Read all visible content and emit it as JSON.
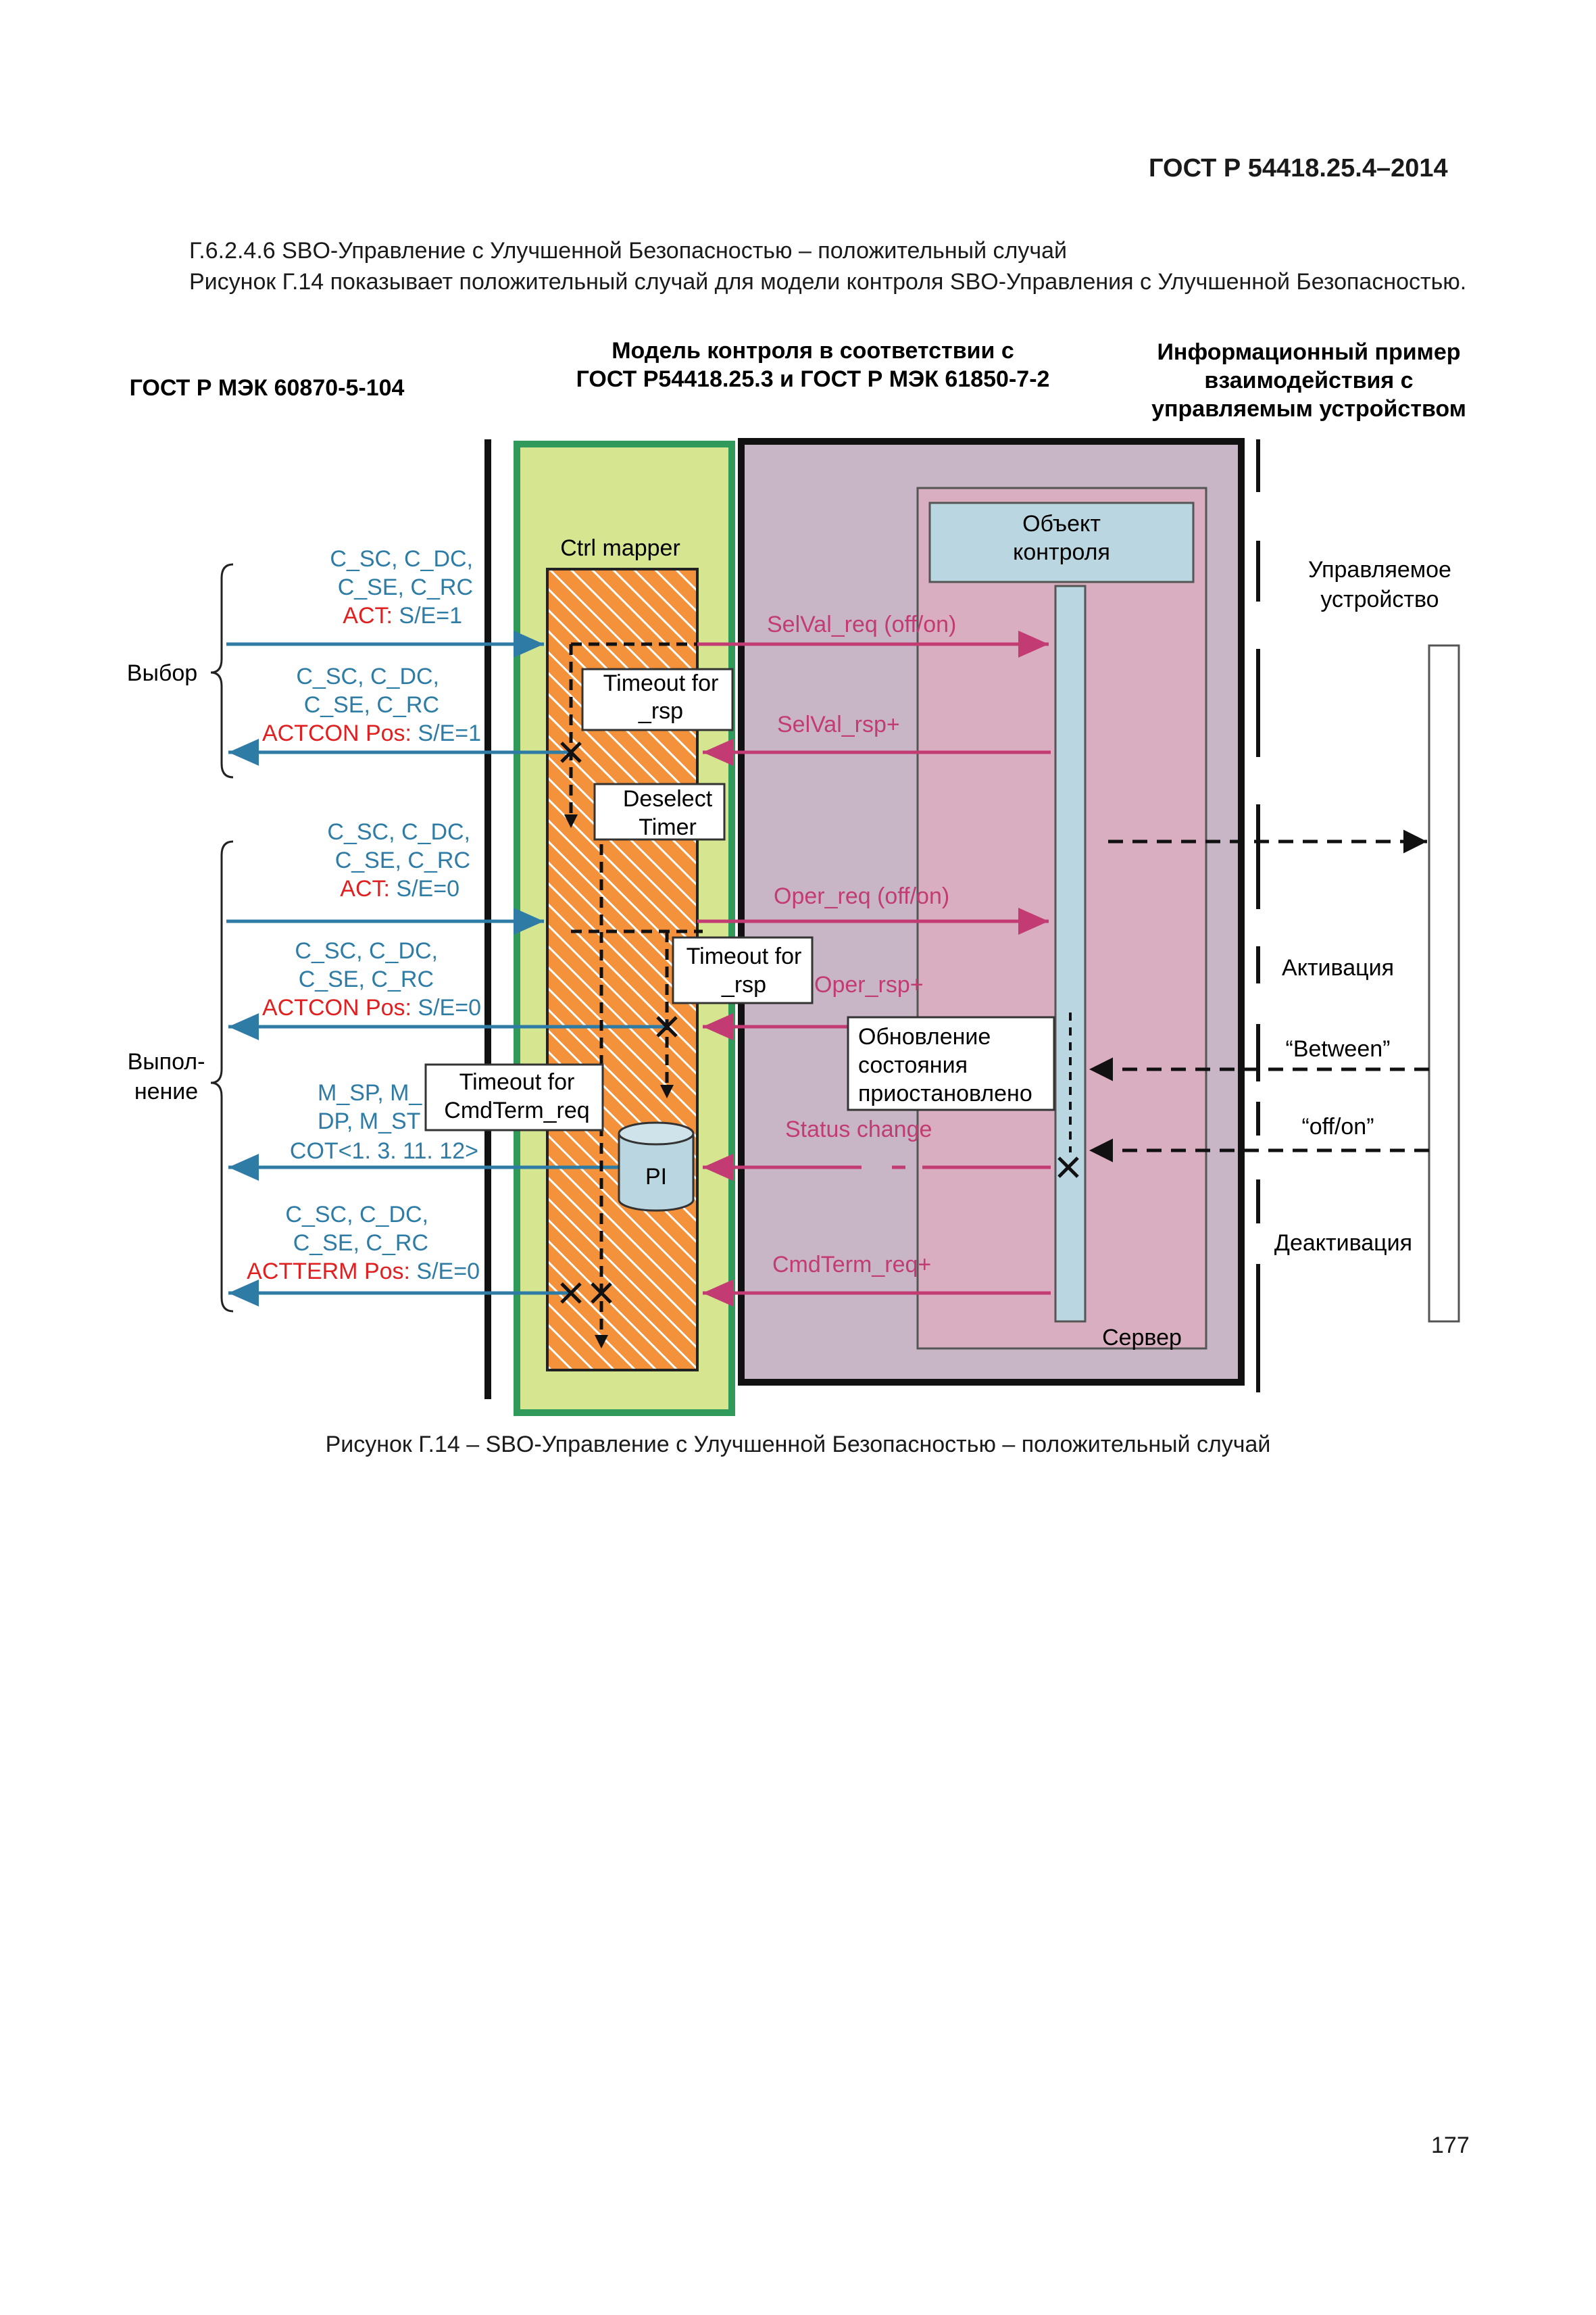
{
  "header": {
    "standard": "ГОСТ Р 54418.25.4–2014"
  },
  "text": {
    "section": "Г.6.2.4.6 SBO-Управление с Улучшенной Безопасностью – положительный случай",
    "intro": "Рисунок Г.14 показывает положительный случай для модели контроля SBO-Управления с Улучшенной Безопасностью."
  },
  "diagram": {
    "col_left_title": "ГОСТ Р МЭК 60870-5-104",
    "col_mid_title": [
      "Модель контроля в соответствии с",
      "ГОСТ Р54418.25.3 и ГОСТ Р МЭК 61850-7-2"
    ],
    "col_right_title": [
      "Информационный пример",
      "взаимодействия с",
      "управляемым устройством"
    ],
    "ctrl_mapper": "Ctrl mapper",
    "control_object": [
      "Объект",
      "контроля"
    ],
    "server": "Сервер",
    "controlled_device": [
      "Управляемое",
      "устройство"
    ],
    "brace_select": "Выбор",
    "brace_execute": [
      "Выпол-",
      "нение"
    ],
    "timers": {
      "timeout_rsp_1": [
        "Timeout for",
        "_rsp"
      ],
      "deselect": [
        "Deselect",
        "Timer"
      ],
      "timeout_rsp_2": [
        "Timeout for",
        "_rsp"
      ],
      "timeout_cmdterm": [
        "Timeout for",
        "CmdTerm_req"
      ]
    },
    "status_box": [
      "Обновление",
      "состояния",
      "приостановлено"
    ],
    "pi": "PI",
    "iec104_groups": {
      "g1": {
        "line1": "C_SC, C_DC,",
        "line2": "C_SE, C_RC",
        "red": "ACT:",
        "rest": " S/E=1"
      },
      "g2": {
        "line1": "C_SC, C_DC,",
        "line2": "C_SE, C_RC",
        "red": "ACTCON Pos:",
        "rest": " S/E=1"
      },
      "g3": {
        "line1": "C_SC, C_DC,",
        "line2": "C_SE, C_RC",
        "red": "ACT:",
        "rest": " S/E=0"
      },
      "g4": {
        "line1": "C_SC, C_DC,",
        "line2": "C_SE, C_RC",
        "red": "ACTCON Pos:",
        "rest": " S/E=0"
      },
      "g5": {
        "line1": "M_SP, M_",
        "line2": "DP, M_ST",
        "line3": "COT<1. 3. 11. 12>"
      },
      "g6": {
        "line1": "C_SC, C_DC,",
        "line2": "C_SE, C_RC",
        "red": "ACTTERM Pos:",
        "rest": " S/E=0"
      }
    },
    "messages": {
      "selval_req": "SelVal_req (off/on)",
      "selval_rsp": "SelVal_rsp+",
      "oper_req": "Oper_req (off/on)",
      "oper_rsp": "Oper_rsp+",
      "status_change": "Status  change",
      "cmdterm_req": "CmdTerm_req+"
    },
    "device_states": {
      "activation": "Активация",
      "between": "“Between”",
      "offon": "“off/on”",
      "deactivation": "Деактивация"
    },
    "colors": {
      "blue": "#2e7ca6",
      "magenta": "#c23c73",
      "red": "#e02020",
      "green_frame": "#2f9a5a",
      "green_fill": "#d6e590",
      "purple": "#c8b6c6",
      "pink": "#d9aec0",
      "orange": "#f3923a",
      "lightblue": "#b9d6e1"
    }
  },
  "caption": "Рисунок Г.14 – SBO-Управление с Улучшенной Безопасностью – положительный случай",
  "page_number": "177"
}
